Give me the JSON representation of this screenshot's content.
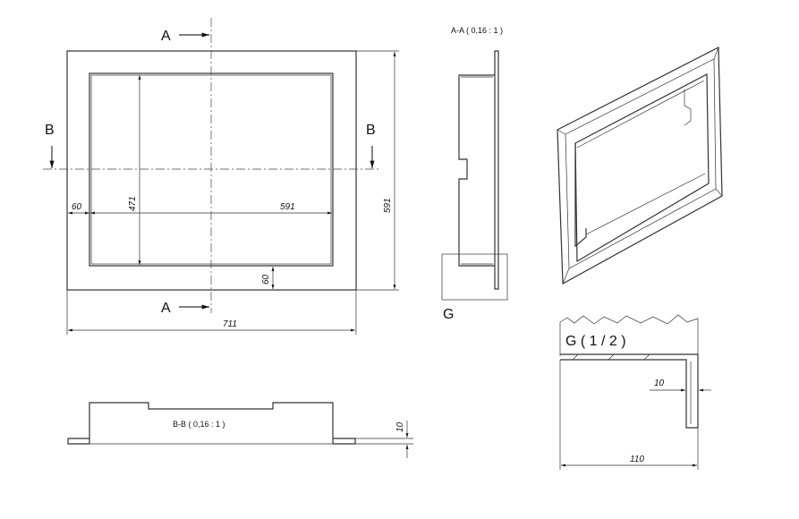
{
  "front_view": {
    "section_mark_a": "A",
    "section_mark_b": "B",
    "dims": {
      "outer_width": "711",
      "outer_height": "591",
      "inner_width": "591",
      "inner_height": "471",
      "border_left": "60",
      "border_bottom": "60"
    }
  },
  "section_aa": {
    "title": "A-A ( 0,16 : 1 )",
    "detail_mark": "G"
  },
  "section_bb": {
    "title": "B-B ( 0,16 : 1 )",
    "dim_flange": "10"
  },
  "detail_g": {
    "title": "G ( 1 / 2 )",
    "dim_thickness": "10",
    "dim_depth": "110"
  }
}
